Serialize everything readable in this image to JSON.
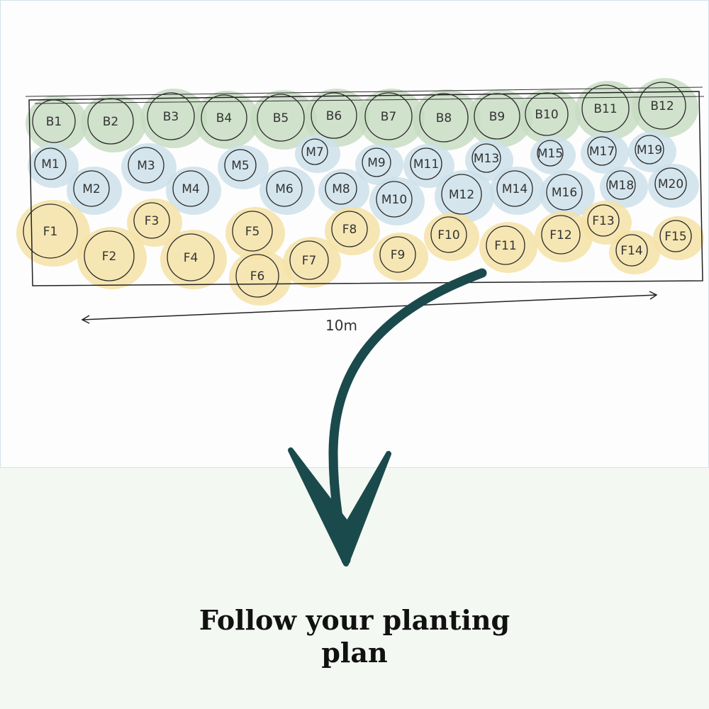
{
  "caption": {
    "line1": "Follow your planting plan",
    "line2": ""
  },
  "dimension_label": "10m",
  "colors": {
    "back": "#c8dcc3",
    "middle": "#cde0ea",
    "front": "#f4e2a6",
    "arrow": "#1b4a4c",
    "ink": "#2a2a2a"
  },
  "plants": {
    "back": [
      "B1",
      "B2",
      "B3",
      "B4",
      "B5",
      "B6",
      "B7",
      "B8",
      "B9",
      "B10",
      "B11",
      "B12"
    ],
    "middle": [
      "M1",
      "M2",
      "M3",
      "M4",
      "M5",
      "M6",
      "M7",
      "M8",
      "M9",
      "M10",
      "M11",
      "M12",
      "M13",
      "M14",
      "M15",
      "M16",
      "M17",
      "M18",
      "M19",
      "M20"
    ],
    "front": [
      "F1",
      "F2",
      "F3",
      "F4",
      "F5",
      "F6",
      "F7",
      "F8",
      "F9",
      "F10",
      "F11",
      "F12",
      "F13",
      "F14",
      "F15"
    ]
  }
}
